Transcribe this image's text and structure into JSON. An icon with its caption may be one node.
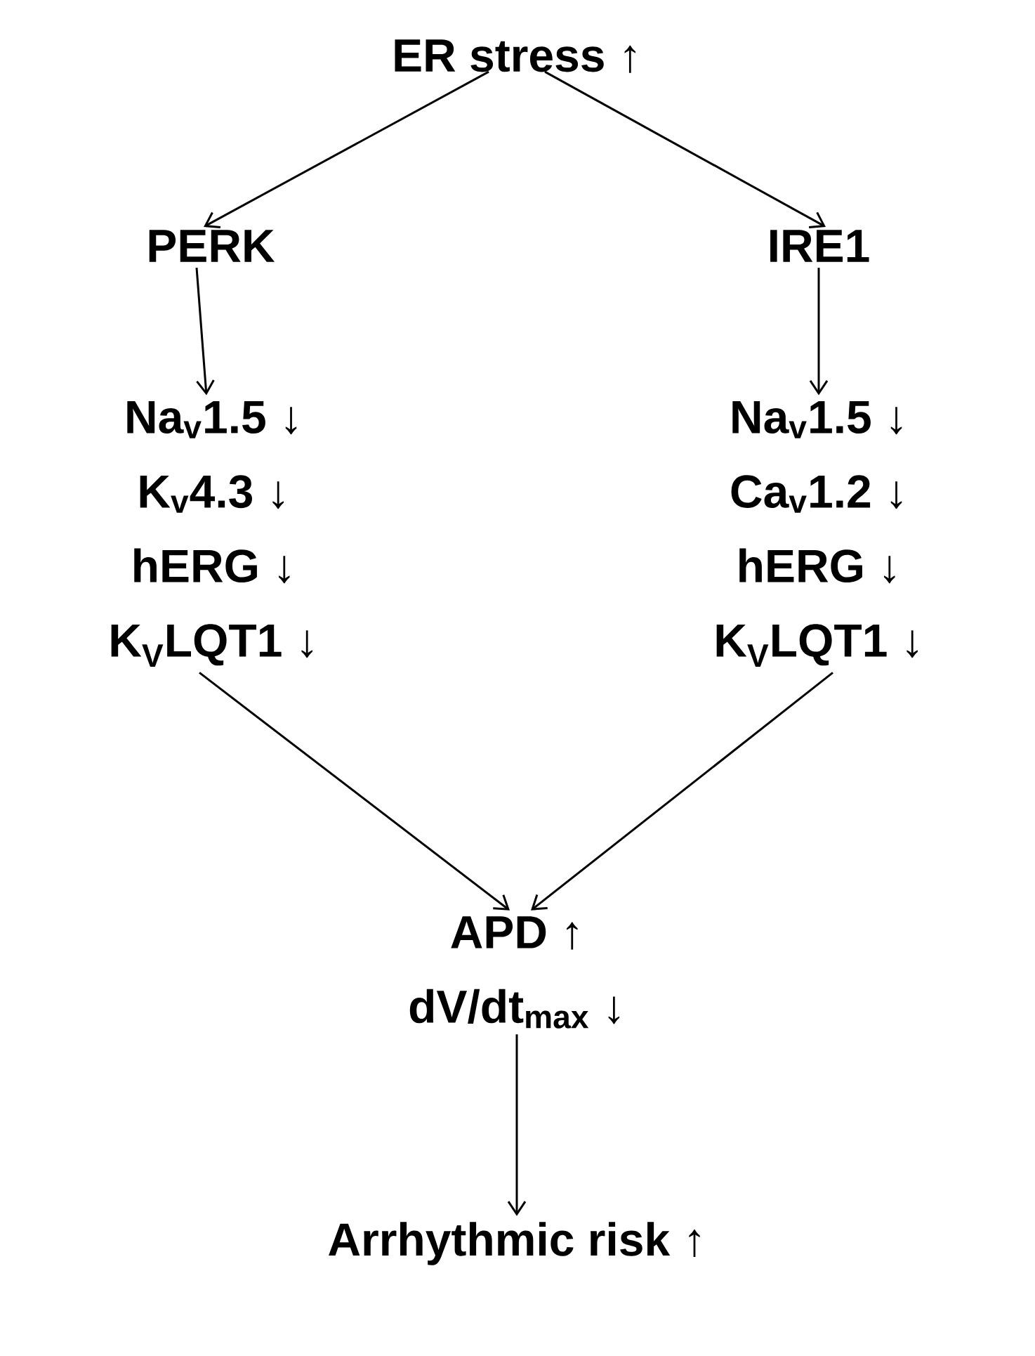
{
  "diagram": {
    "nodes": [
      {
        "text": [
          "ER stress ↑"
        ]
      },
      {
        "text": [
          "PERK"
        ]
      },
      {
        "text": [
          "IRE1"
        ]
      },
      {
        "text": [
          "Na$_{v}$1.5 ↓",
          "K$_{v}$4.3 ↓",
          "hERG ↓",
          "K$_{V}$LQT1 ↓"
        ]
      },
      {
        "text": [
          "Na$_{v}$1.5 ↓",
          "Ca$_{v}$1.2 ↓",
          "hERG ↓",
          "K$_{V}$LQT1 ↓"
        ]
      },
      {
        "text": [
          "APD ↑",
          "dV/dt$_{max}$  ↓"
        ]
      },
      {
        "text": [
          "Arrhythmic risk ↑"
        ]
      }
    ],
    "edges": [
      {
        "from": 0,
        "to": 1,
        "arrow": "to"
      },
      {
        "from": 0,
        "to": 2,
        "arrow": "to"
      },
      {
        "from": 1,
        "to": 3,
        "arrow": "to"
      },
      {
        "from": 2,
        "to": 4,
        "arrow": "to"
      },
      {
        "from": 3,
        "to": 5,
        "arrow": "to"
      },
      {
        "from": 4,
        "to": 5,
        "arrow": "to"
      },
      {
        "from": 5,
        "to": 6,
        "arrow": "to"
      }
    ]
  }
}
